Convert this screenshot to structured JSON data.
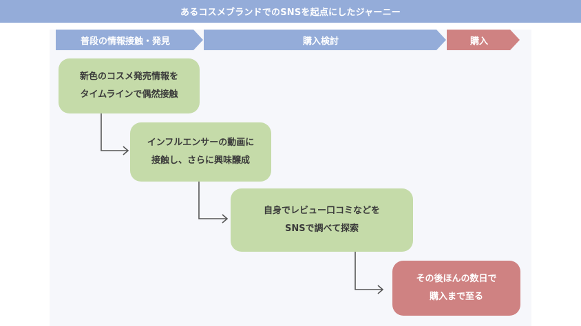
{
  "title": "あるコスメブランドでのSNSを起点にしたジャーニー",
  "phases": [
    {
      "label": "普段の情報接触・発見",
      "color": "#94acd9"
    },
    {
      "label": "購入検討",
      "color": "#94acd9"
    },
    {
      "label": "購入",
      "color": "#cf8282"
    }
  ],
  "steps": [
    {
      "line1": "新色のコスメ発売情報を",
      "line2": "タイムラインで偶然接触"
    },
    {
      "line1": "インフルエンサーの動画に",
      "line2": "接触し、さらに興味醸成"
    },
    {
      "line1": "自身でレビュー口コミなどを",
      "line2": "SNSで調べて探索"
    },
    {
      "line1": "その後ほんの数日で",
      "line2": "購入まで至る"
    }
  ],
  "colors": {
    "header": "#94acd9",
    "step_green": "#c5dba9",
    "step_red": "#cf8282",
    "connector": "#555555"
  }
}
